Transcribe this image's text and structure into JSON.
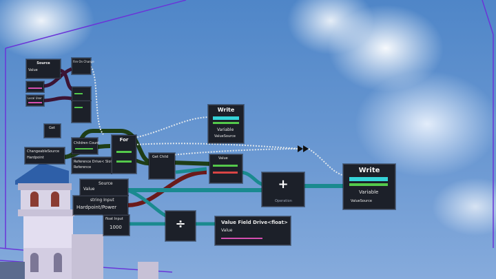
{
  "nodes": {
    "source_top": {
      "title": "Source",
      "line1": "Value"
    },
    "fire_on_change": {
      "title": "Fire On Change"
    },
    "local_user": {
      "label": "Local User"
    },
    "get": {
      "label": "Get"
    },
    "changeable_source": {
      "title": "ChangeableSource",
      "sub": "Hardpoint"
    },
    "for": {
      "title": "For"
    },
    "children_count": {
      "label": "Children Count"
    },
    "reference_drive": {
      "label": "Reference Drive< Slot>",
      "sub": "Reference"
    },
    "get_child": {
      "label": "Get Child"
    },
    "write_top": {
      "title": "Write",
      "variable": "Variable",
      "sub": "ValueSource"
    },
    "write_right": {
      "title": "Write",
      "variable": "Variable",
      "sub": "ValueSource"
    },
    "source_main": {
      "title": "Source",
      "value": "Value"
    },
    "string_input": {
      "title": "string Input",
      "value": "Hardpoint/Power"
    },
    "float_input": {
      "title": "float Input",
      "value": "1000"
    },
    "add": {
      "symbol": "+",
      "sub": "Operation"
    },
    "divide": {
      "symbol": "÷"
    },
    "value_field_drive": {
      "title": "Value Field Drive<float>",
      "value": "Value"
    },
    "value_slot": {
      "label": "Value"
    }
  },
  "colors": {
    "wire_impulse": "#dfe6ec",
    "wire_float": "#1a8a8f",
    "wire_slot": "#1e3d16",
    "wire_string": "#6b1a1a",
    "wire_user": "#3c1434",
    "node_bg": "#1c2029",
    "cyan": "#35d3d8",
    "green": "#54c94b",
    "magenta": "#d54fb1"
  }
}
